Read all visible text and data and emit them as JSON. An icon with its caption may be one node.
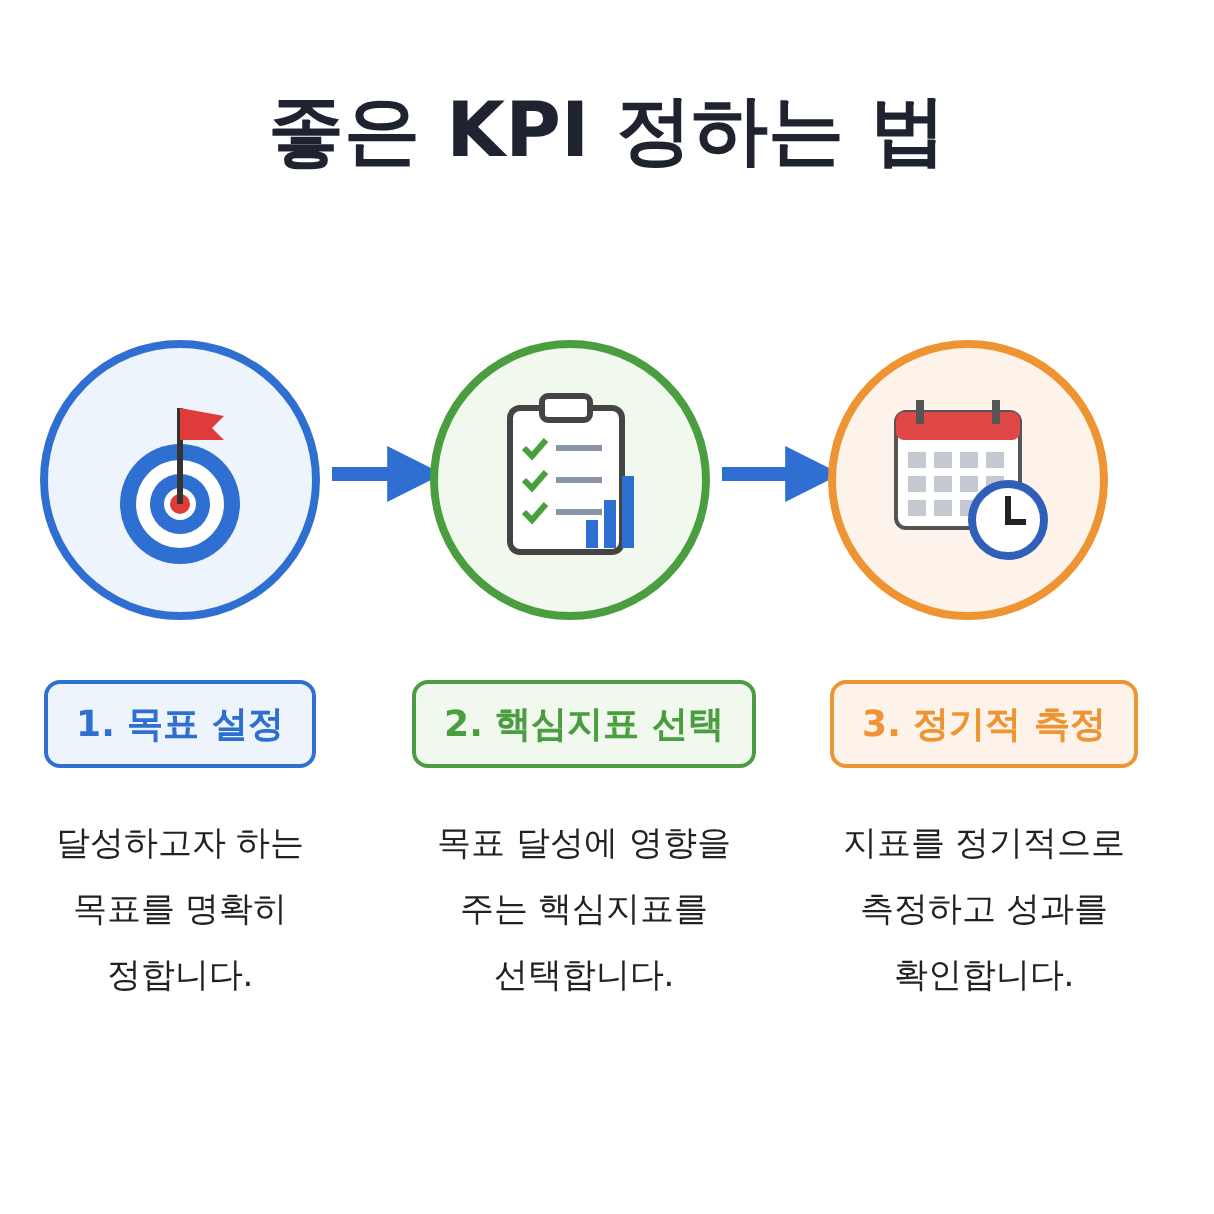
{
  "diagram": {
    "title": "좋은 KPI 정하는 법",
    "nodes": [
      {
        "text": [],
        "shape": "circle"
      },
      {
        "text": [],
        "shape": "circle"
      },
      {
        "text": [],
        "shape": "circle"
      },
      {
        "text": [
          "1. 목표 설정"
        ],
        "beside": [
          "달성하고자 하는 목표를 명확히 정합니다."
        ]
      },
      {
        "text": [
          "2. 핵심지표 선택"
        ],
        "beside": [
          "목표 달성에 영향을 주는 핵심지표를 선택합니다."
        ]
      },
      {
        "text": [
          "3. 정기적 측정"
        ],
        "beside": [
          "지표를 정기적으로 측정하고 성과를 확인합니다."
        ]
      }
    ],
    "edges": [
      {
        "from": 0,
        "to": 1,
        "arrow": "to"
      },
      {
        "from": 1,
        "to": 2,
        "arrow": "to"
      }
    ]
  }
}
